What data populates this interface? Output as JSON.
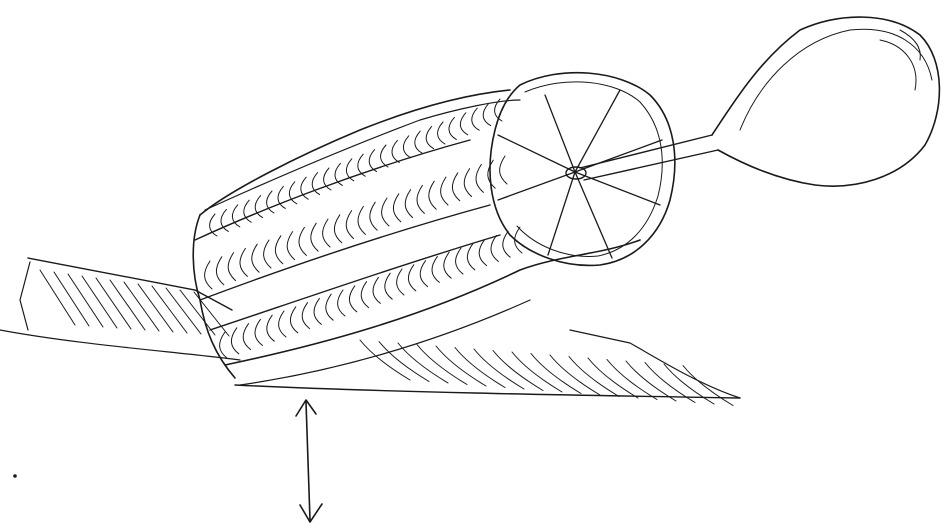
{
  "sketch": {
    "ink_color": "#1a1a1a",
    "paper_color": "#ffffff",
    "parts": [
      "cylinder-body",
      "front-end-cap",
      "eight-spoke-pattern",
      "shaft",
      "oval-paddle",
      "ground-plane",
      "double-headed-arrow",
      "dot-mark"
    ]
  }
}
